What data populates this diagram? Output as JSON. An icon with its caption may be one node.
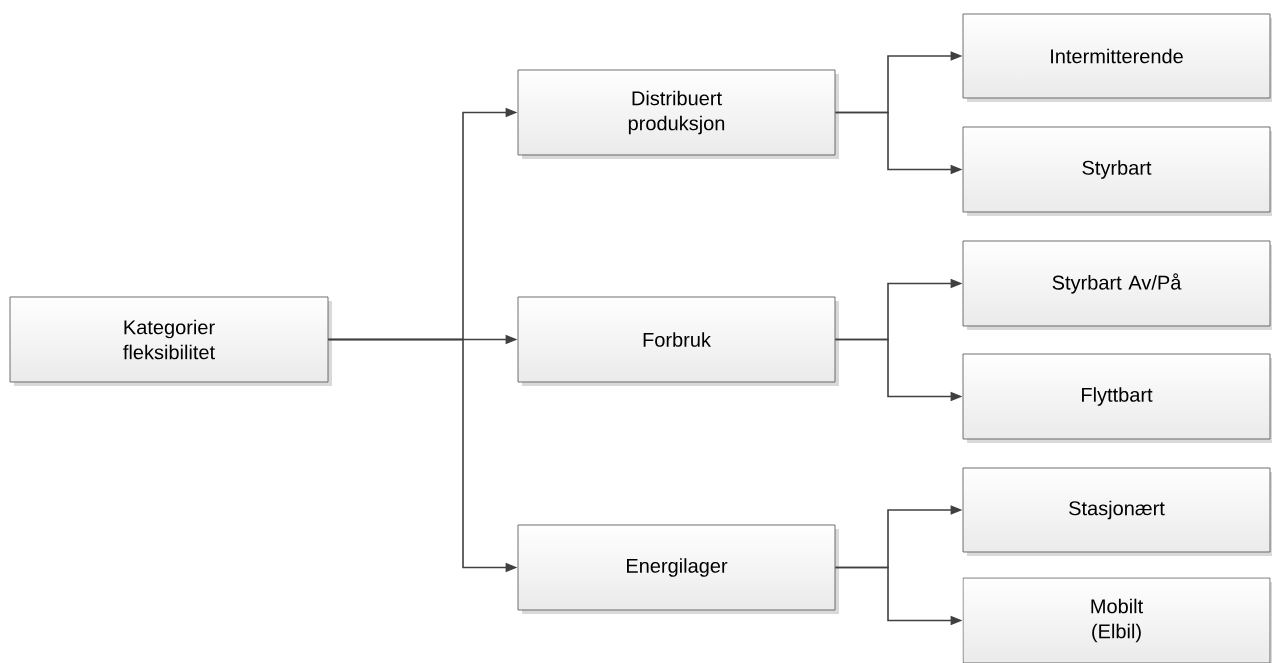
{
  "diagram": {
    "nodes": [
      {
        "text": [
          "Kategorier fleksibilitet"
        ]
      },
      {
        "text": [
          "Distribuert produksjon"
        ]
      },
      {
        "text": [
          "Forbruk"
        ]
      },
      {
        "text": [
          "Energilager"
        ]
      },
      {
        "text": [
          "Intermitterende"
        ]
      },
      {
        "text": [
          "Styrbart"
        ]
      },
      {
        "text": [
          "Styrbart Av/På"
        ]
      },
      {
        "text": [
          "Flyttbart"
        ]
      },
      {
        "text": [
          "Stasjonært"
        ]
      },
      {
        "text": [
          "Mobilt (Elbil)"
        ]
      }
    ],
    "edges": [
      {
        "from": 0,
        "to": 1,
        "arrow": "to"
      },
      {
        "from": 0,
        "to": 2,
        "arrow": "to"
      },
      {
        "from": 0,
        "to": 3,
        "arrow": "to"
      },
      {
        "from": 1,
        "to": 4,
        "arrow": "to"
      },
      {
        "from": 1,
        "to": 5,
        "arrow": "to"
      },
      {
        "from": 2,
        "to": 6,
        "arrow": "to"
      },
      {
        "from": 2,
        "to": 7,
        "arrow": "to"
      },
      {
        "from": 3,
        "to": 8,
        "arrow": "to"
      },
      {
        "from": 3,
        "to": 9,
        "arrow": "to"
      }
    ]
  }
}
